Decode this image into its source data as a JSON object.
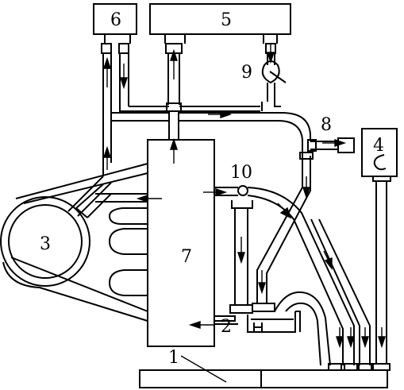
{
  "labels": {
    "l1": "1",
    "l2": "2",
    "l3": "3",
    "l4": "4",
    "l5": "5",
    "l6": "6",
    "l7": "7",
    "l8": "8",
    "l9": "9",
    "l10": "10"
  },
  "colors": {
    "line": "#000000",
    "background": "#ffffff"
  }
}
